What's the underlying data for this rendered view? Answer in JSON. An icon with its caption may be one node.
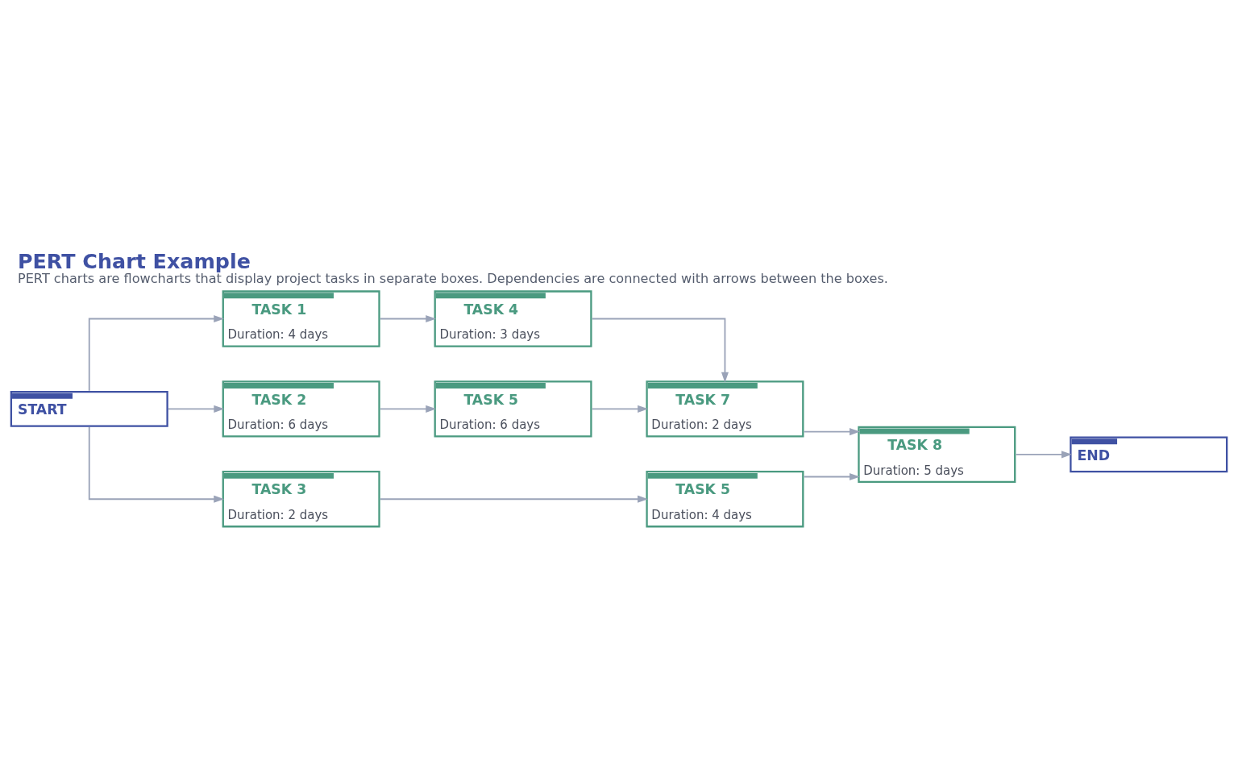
{
  "diagram": {
    "title": "PERT Chart Example",
    "caption": "PERT charts are flowcharts that display project tasks in separate boxes. Dependencies are connected with arrows between the boxes.",
    "nodes": [
      {
        "text": [
          "START"
        ]
      },
      {
        "text": [
          "TASK 1",
          "Duration: 4 days"
        ]
      },
      {
        "text": [
          "TASK 2",
          "Duration: 6 days"
        ]
      },
      {
        "text": [
          "TASK 3",
          "Duration: 2 days"
        ]
      },
      {
        "text": [
          "TASK 4",
          "Duration: 3 days"
        ]
      },
      {
        "text": [
          "TASK 5",
          "Duration: 6 days"
        ]
      },
      {
        "text": [
          "TASK 5",
          "Duration: 4 days"
        ]
      },
      {
        "text": [
          "TASK 7",
          "Duration: 2 days"
        ]
      },
      {
        "text": [
          "TASK 8",
          "Duration: 5 days"
        ]
      },
      {
        "text": [
          "END"
        ]
      }
    ],
    "edges": [
      {
        "from": 0,
        "to": 1,
        "arrow": "to"
      },
      {
        "from": 0,
        "to": 2,
        "arrow": "to"
      },
      {
        "from": 0,
        "to": 3,
        "arrow": "to"
      },
      {
        "from": 1,
        "to": 4,
        "arrow": "to"
      },
      {
        "from": 2,
        "to": 5,
        "arrow": "to"
      },
      {
        "from": 3,
        "to": 6,
        "arrow": "to"
      },
      {
        "from": 4,
        "to": 7,
        "arrow": "to"
      },
      {
        "from": 5,
        "to": 7,
        "arrow": "to"
      },
      {
        "from": 6,
        "to": 8,
        "arrow": "to"
      },
      {
        "from": 7,
        "to": 8,
        "arrow": "to"
      },
      {
        "from": 8,
        "to": 9,
        "arrow": "to"
      }
    ]
  }
}
